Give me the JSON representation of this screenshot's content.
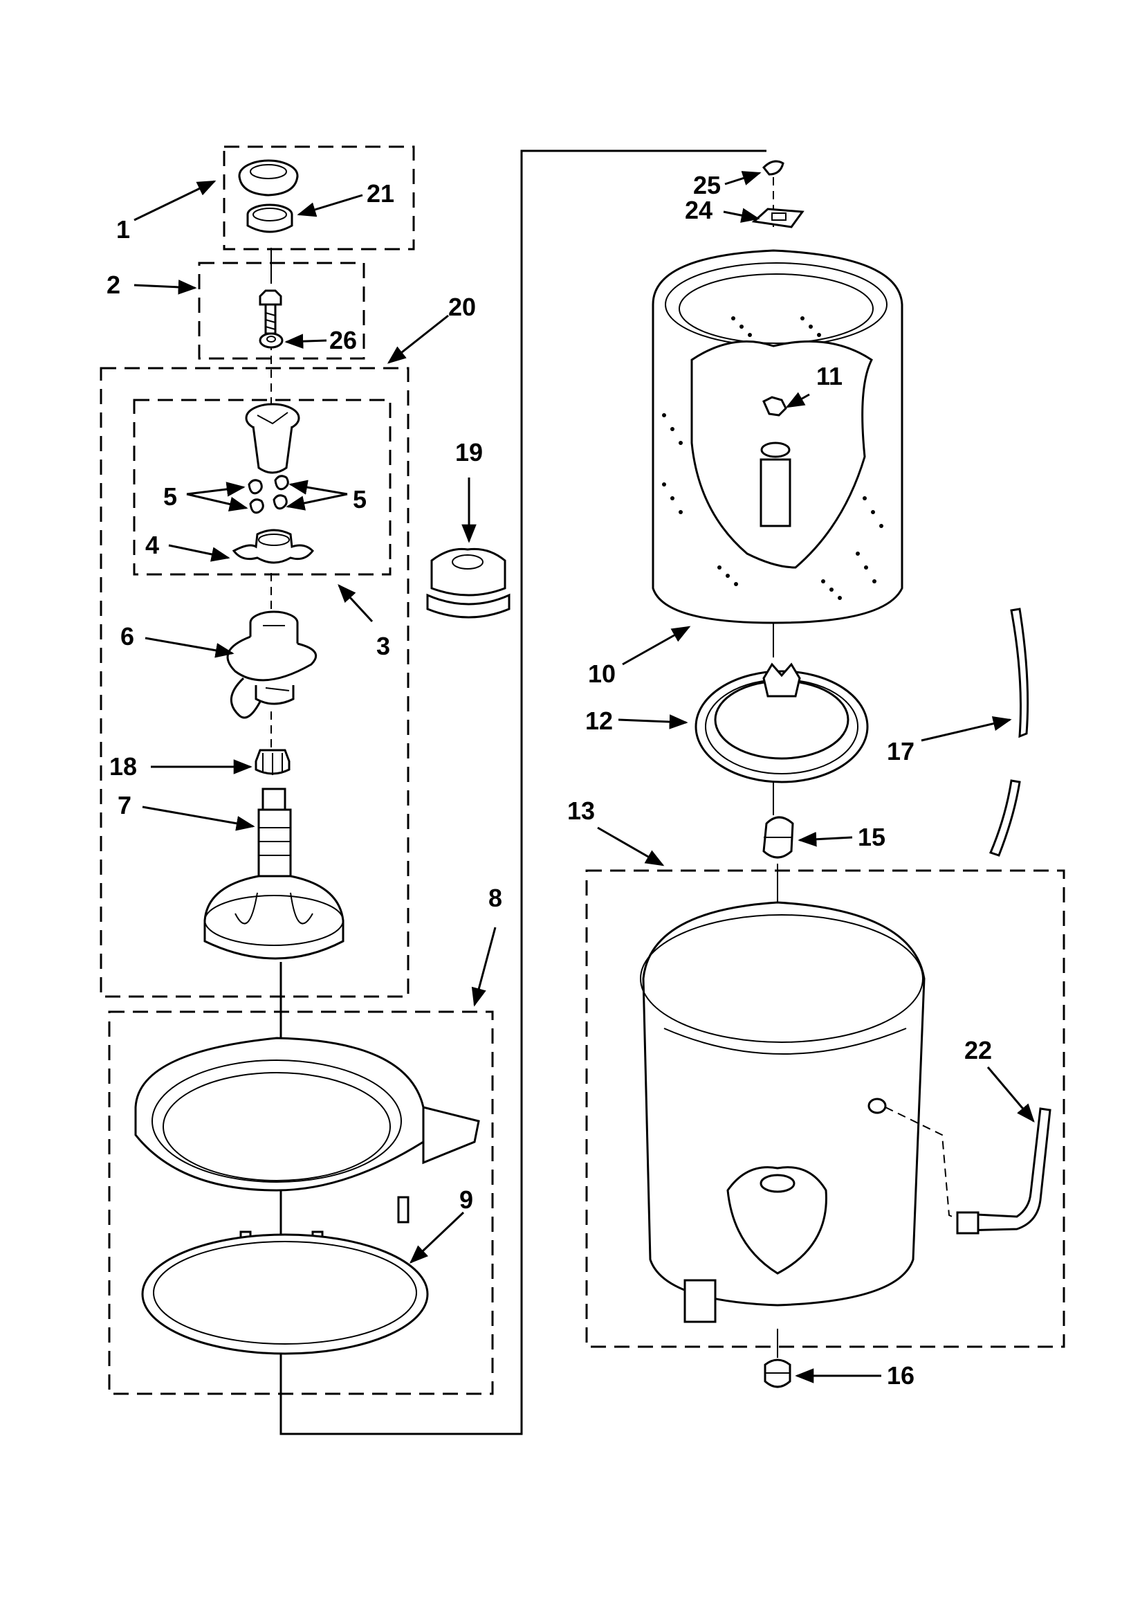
{
  "callouts": {
    "c1": "1",
    "c2": "2",
    "c3": "3",
    "c4": "4",
    "c5a": "5",
    "c5b": "5",
    "c6": "6",
    "c7": "7",
    "c8": "8",
    "c9": "9",
    "c10": "10",
    "c11": "11",
    "c12": "12",
    "c13": "13",
    "c15": "15",
    "c16": "16",
    "c17": "17",
    "c18": "18",
    "c19": "19",
    "c20": "20",
    "c21": "21",
    "c22": "22",
    "c24": "24",
    "c25": "25",
    "c26": "26"
  },
  "parts": [
    {
      "id": "c1",
      "name": "agitator-cap-icon"
    },
    {
      "id": "c21",
      "name": "seal-ring-icon"
    },
    {
      "id": "c2",
      "name": "bolt-icon"
    },
    {
      "id": "c26",
      "name": "washer-icon"
    },
    {
      "id": "c20",
      "name": "agitator-assembly-group"
    },
    {
      "id": "c3",
      "name": "dogs-kit-group"
    },
    {
      "id": "c4",
      "name": "cam-icon"
    },
    {
      "id": "c5a",
      "name": "agitator-dog-icon"
    },
    {
      "id": "c6",
      "name": "auger-icon"
    },
    {
      "id": "c18",
      "name": "drive-bell-icon"
    },
    {
      "id": "c7",
      "name": "agitator-base-icon"
    },
    {
      "id": "c19",
      "name": "tub-seal-icon"
    },
    {
      "id": "c8",
      "name": "tub-ring-icon"
    },
    {
      "id": "c9",
      "name": "ring-gasket-icon"
    },
    {
      "id": "c10",
      "name": "spin-basket-icon"
    },
    {
      "id": "c11",
      "name": "basket-nut-icon"
    },
    {
      "id": "c12",
      "name": "basket-drive-icon"
    },
    {
      "id": "c13",
      "name": "outer-tub-group"
    },
    {
      "id": "c15",
      "name": "hub-icon"
    },
    {
      "id": "c16",
      "name": "tub-bearing-icon"
    },
    {
      "id": "c17",
      "name": "hose-icon"
    },
    {
      "id": "c22",
      "name": "pressure-hose-icon"
    },
    {
      "id": "c24",
      "name": "clip-icon"
    },
    {
      "id": "c25",
      "name": "clamp-icon"
    }
  ]
}
